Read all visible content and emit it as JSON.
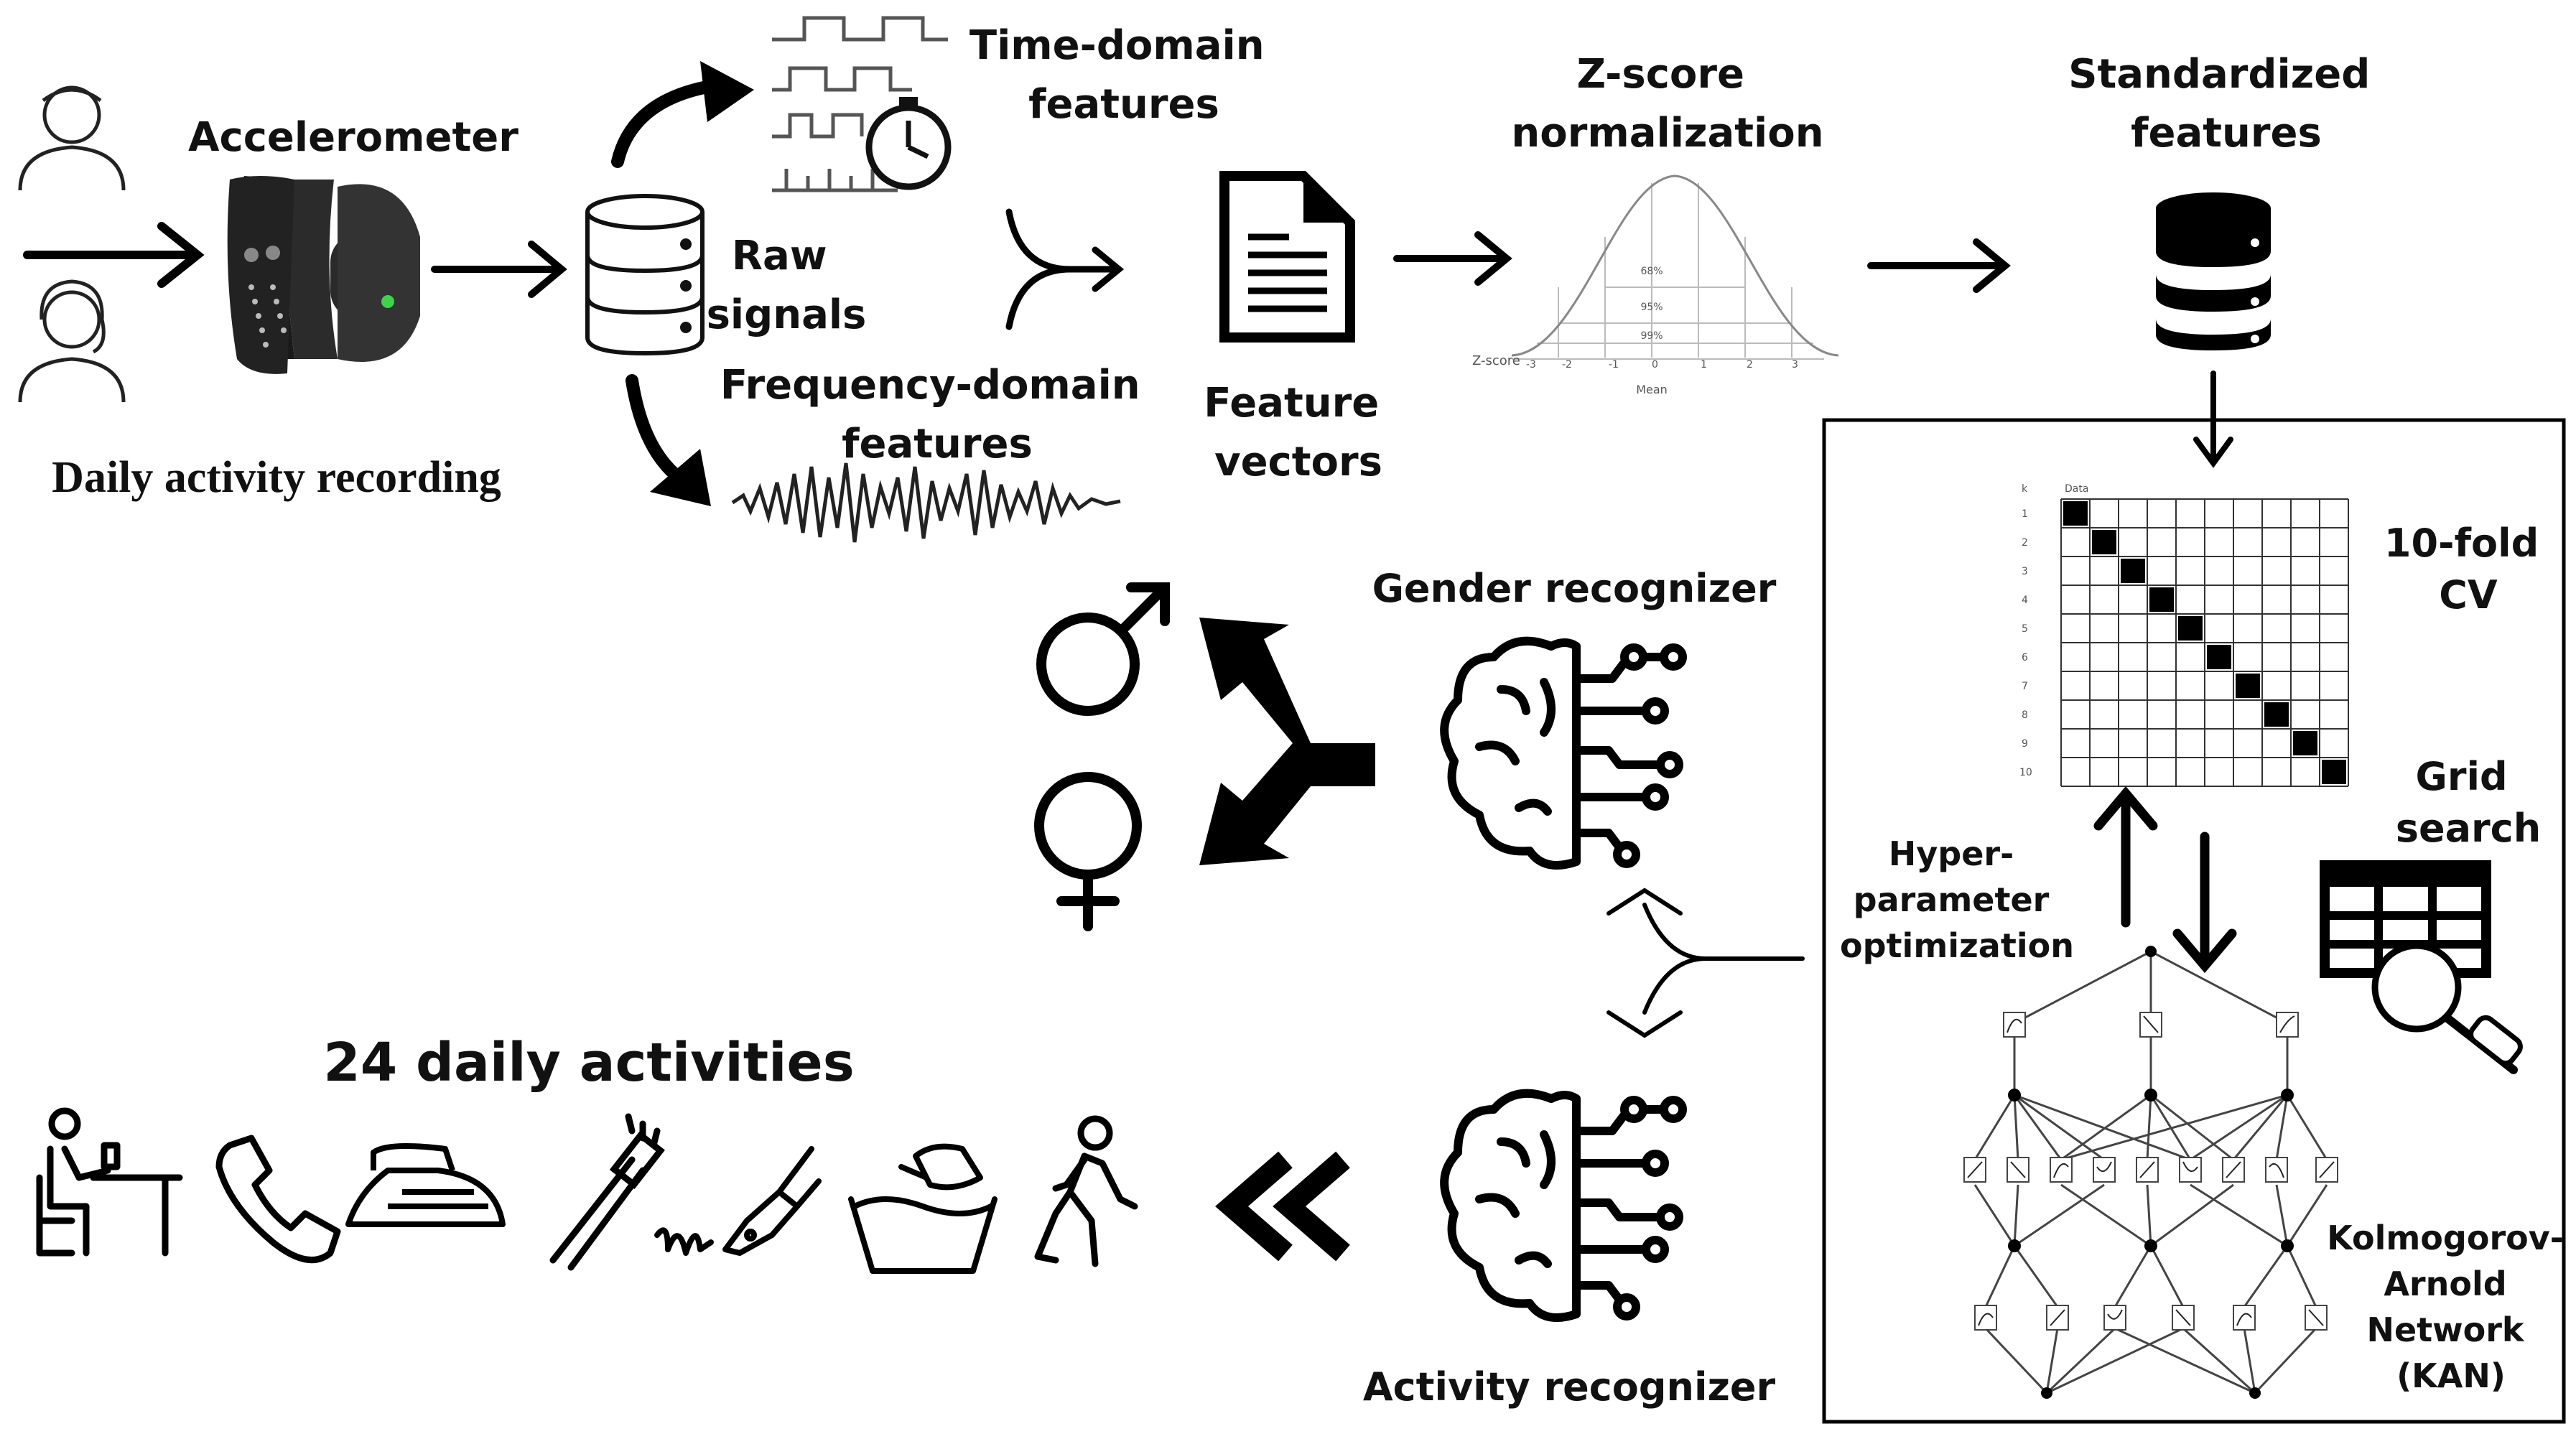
{
  "labels": {
    "accelerometer": "Accelerometer",
    "daily_activity_recording": "Daily activity recording",
    "raw_signals": [
      "Raw",
      "signals"
    ],
    "time_domain": [
      "Time-domain",
      "features"
    ],
    "frequency_domain": [
      "Frequency-domain",
      "features"
    ],
    "feature_vectors": [
      "Feature",
      "vectors"
    ],
    "zscore": [
      "Z-score",
      "normalization"
    ],
    "standardized": [
      "Standardized",
      "features"
    ],
    "cv": [
      "10-fold",
      "CV"
    ],
    "grid_search": [
      "Grid",
      "search"
    ],
    "hyperparam": [
      "Hyper-",
      "parameter",
      "optimization"
    ],
    "kan": [
      "Kolmogorov-",
      "Arnold",
      "Network",
      "(KAN)"
    ],
    "gender_recognizer": "Gender recognizer",
    "activity_recognizer": "Activity recognizer",
    "daily_activities": "24 daily activities"
  },
  "bell_curve": {
    "percent_labels": [
      "68%",
      "95%",
      "99%"
    ],
    "axis_caption": "Z-score",
    "ticks": [
      "-3",
      "-2",
      "-1",
      "0",
      "1",
      "2",
      "3"
    ],
    "mean_label": "Mean"
  },
  "cv_grid": {
    "k_header": "k",
    "data_header": "Data",
    "folds": [
      "1",
      "2",
      "3",
      "4",
      "5",
      "6",
      "7",
      "8",
      "9",
      "10"
    ]
  },
  "icons": {
    "people": [
      "male-user-icon",
      "female-user-icon"
    ],
    "activities": [
      "sitting-at-desk-icon",
      "telephone-icon",
      "clothes-iron-icon",
      "toothbrush-icon",
      "pen-writing-icon",
      "hand-washing-icon",
      "walking-person-icon"
    ]
  }
}
